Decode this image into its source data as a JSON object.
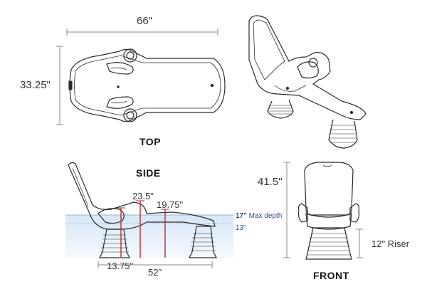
{
  "dimensions": {
    "top_width": "66\"",
    "top_height": "33.25\"",
    "side_dim_a": "23.5\"",
    "side_dim_b": "19.75\"",
    "side_dim_c": "13.75\"",
    "side_dim_d": "52\"",
    "max_depth_value": "17\"",
    "max_depth_text": "Max depth",
    "min_depth": "13\"",
    "front_height": "41.5\"",
    "riser": "12\" Riser"
  },
  "views": {
    "top": "TOP",
    "side": "SIDE",
    "front": "FRONT"
  },
  "colors": {
    "outline": "#2b2b2b",
    "dim_line": "#8a8a8a",
    "red_line": "#c0262d",
    "water_top": "#d6e7f7",
    "water_bottom": "#f4f9fe",
    "depth_text": "#2a4d9c"
  }
}
